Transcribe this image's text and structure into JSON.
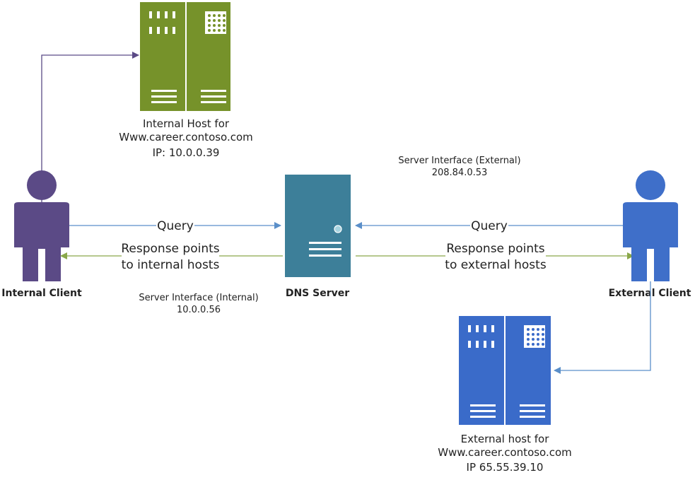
{
  "internal_host": {
    "line1": "Internal Host for",
    "line2": "Www.career.contoso.com",
    "line3": "IP: 10.0.0.39"
  },
  "external_host": {
    "line1": "External host for",
    "line2": "Www.career.contoso.com",
    "line3": "IP 65.55.39.10"
  },
  "internal_client": {
    "label": "Internal Client"
  },
  "external_client": {
    "label": "External Client"
  },
  "dns_server": {
    "label": "DNS Server"
  },
  "left_link": {
    "query": "Query",
    "response_line1": "Response points",
    "response_line2": "to internal hosts",
    "interface_line1": "Server Interface (Internal)",
    "interface_line2": "10.0.0.56"
  },
  "right_link": {
    "query": "Query",
    "response_line1": "Response points",
    "response_line2": "to external hosts",
    "interface_line1": "Server Interface (External)",
    "interface_line2": "208.84.0.53"
  },
  "colors": {
    "internal_person": "#5b4a86",
    "external_person": "#3f6fc9",
    "internal_server": "#76922a",
    "external_server": "#3a6bc9",
    "dns_server": "#3d7f99",
    "query_line": "#5b8fc9",
    "response_line": "#8aa84a",
    "host_link_internal": "#5b4a86",
    "host_link_external": "#5b8fc9"
  }
}
